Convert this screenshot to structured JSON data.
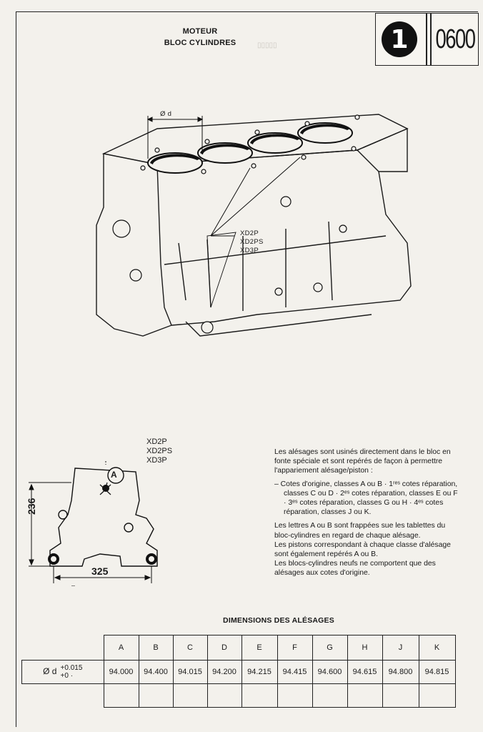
{
  "header": {
    "title": "MOTEUR",
    "subtitle": "BLOC CYLINDRES",
    "section_number": "1",
    "page_code": "0600"
  },
  "illustration": {
    "bore_label": "Ø d",
    "engine_codes": [
      "XD2P",
      "XD2PS",
      "XD3P"
    ]
  },
  "diagram": {
    "variants": [
      "XD2P",
      "XD2PS",
      "XD3P"
    ],
    "marker_letter": "A",
    "dim_vertical": "236",
    "dim_horizontal": "325"
  },
  "description": {
    "intro": "Les alésages sont usinés directement dans le bloc en fonte spéciale et sont repérés de façon à permettre l'appariement alésage/piston :",
    "list_item": "– Cotes d'origine, classes A ou B · 1ʳᵉˢ cotes réparation, classes C ou D · 2ᵉˢ cotes réparation, classes E ou F · 3ᵉˢ cotes réparation, classes G ou H · 4ᵉˢ cotes réparation, classes J ou K.",
    "para1": "Les lettres A ou B sont frappées sue les tablettes du bloc-cylindres en regard de chaque alésage.",
    "para2": "Les pistons correspondant à chaque classe d'alésage sont également repérés A ou B.",
    "para3": "Les blocs-cylindres neufs ne comportent que des alésages aux cotes d'origine."
  },
  "table": {
    "title": "DIMENSIONS DES ALÉSAGES",
    "row_label": "Ø d",
    "tol_plus": "+0.015",
    "tol_zero": "+0 ·",
    "columns": [
      "A",
      "B",
      "C",
      "D",
      "E",
      "F",
      "G",
      "H",
      "J",
      "K"
    ],
    "values": [
      "94.000",
      "94.400",
      "94.015",
      "94.200",
      "94.215",
      "94.415",
      "94.600",
      "94.615",
      "94.800",
      "94.815"
    ]
  }
}
